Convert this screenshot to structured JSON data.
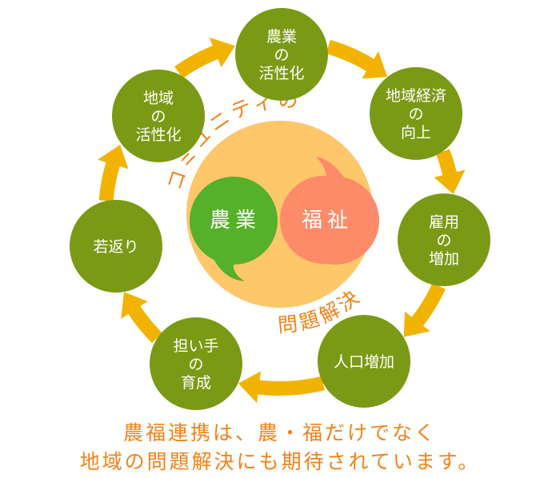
{
  "colors": {
    "node": "#7a9a15",
    "arrow": "#f2b300",
    "core_bg": "#fdc76a",
    "agriculture": "#55b02a",
    "welfare": "#fd8a68",
    "accent_text": "#f08218"
  },
  "cycle_nodes": [
    {
      "id": "agri-activation",
      "lines": [
        "農業",
        "の",
        "活性化"
      ]
    },
    {
      "id": "economy-improvement",
      "lines": [
        "地域経済",
        "の",
        "向上"
      ]
    },
    {
      "id": "employment-increase",
      "lines": [
        "雇用",
        "の",
        "増加"
      ]
    },
    {
      "id": "population-increase",
      "lines": [
        "人口増加"
      ]
    },
    {
      "id": "successor-training",
      "lines": [
        "担い手",
        "の",
        "育成"
      ]
    },
    {
      "id": "rejuvenation",
      "lines": [
        "若返り"
      ]
    },
    {
      "id": "region-activation",
      "lines": [
        "地域",
        "の",
        "活性化"
      ]
    }
  ],
  "core": {
    "agriculture_label": "農業",
    "welfare_label": "福祉",
    "arc_top": "コミュニティの",
    "arc_bottom": "問題解決"
  },
  "caption": {
    "line1": "農福連携は、農・福だけでなく",
    "line2": "地域の問題解決にも期待されています。"
  }
}
